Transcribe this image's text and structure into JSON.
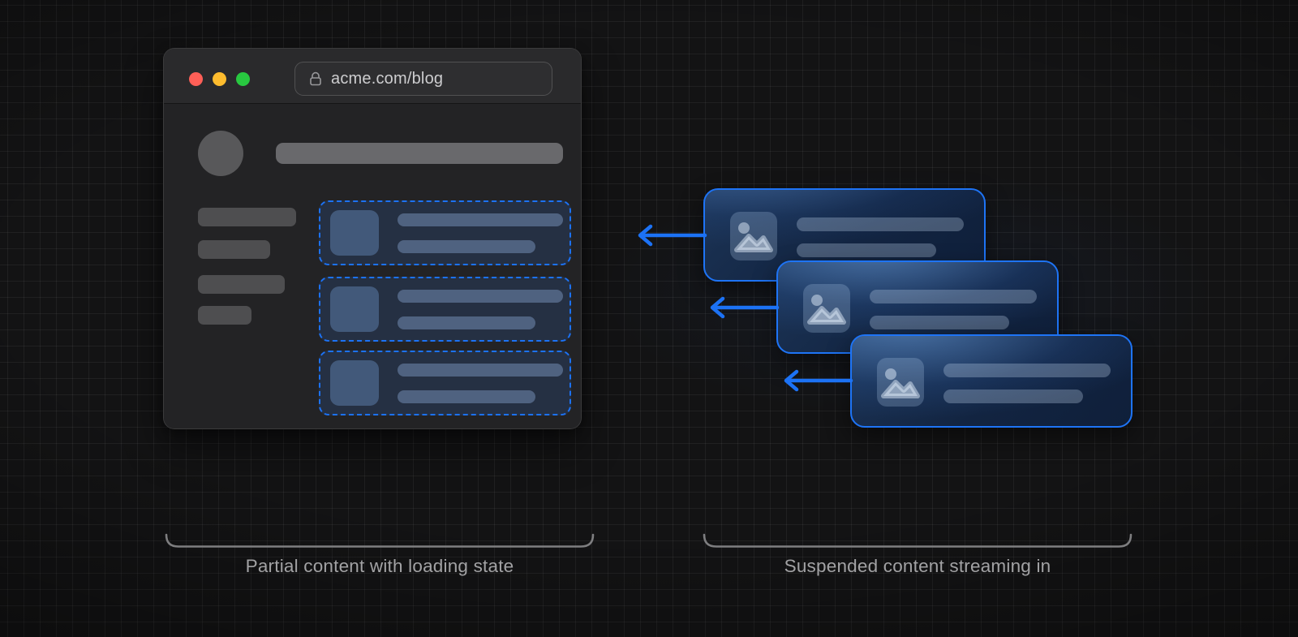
{
  "browser": {
    "url": "acme.com/blog",
    "traffic_lights": [
      {
        "name": "close",
        "color": "#ff5f57"
      },
      {
        "name": "minimize",
        "color": "#febc2e"
      },
      {
        "name": "zoom",
        "color": "#28c840"
      }
    ],
    "skeleton": {
      "sidebar_bar_count": 4,
      "loading_card_count": 3
    }
  },
  "streaming": {
    "card_count": 3,
    "arrow_direction": "left"
  },
  "captions": {
    "left": "Partial content with loading state",
    "right": "Suspended content streaming in"
  },
  "colors": {
    "accent_blue": "#1c72f5",
    "background": "#131314",
    "window_titlebar": "#2a2a2c",
    "window_body": "#232325",
    "caption_text": "#a2a2a4",
    "url_text": "#cdcdcf"
  }
}
